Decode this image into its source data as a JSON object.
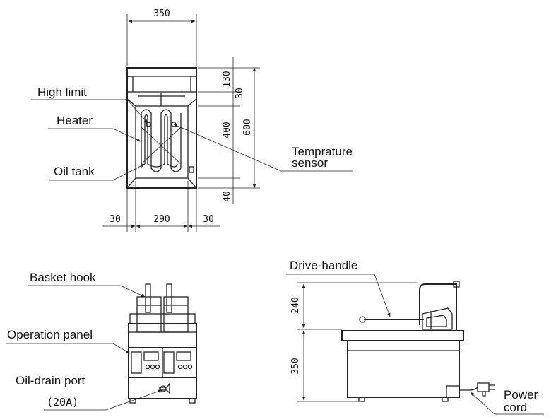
{
  "top_view": {
    "labels": {
      "high_limit": "High limit",
      "heater": "Heater",
      "oil_tank": "Oil tank",
      "temp_sensor_line1": "Temprature",
      "temp_sensor_line2": "sensor"
    },
    "dimensions": {
      "width_total": "350",
      "width_left": "30",
      "width_mid": "290",
      "width_right": "30",
      "height_total": "600",
      "height_top": "130",
      "height_upper_small": "30",
      "height_mid": "400",
      "height_bottom": "40"
    }
  },
  "front_view": {
    "labels": {
      "basket_hook": "Basket hook",
      "operation_panel": "Operation panel",
      "oil_drain_port": "Oil-drain port",
      "oil_drain_size": "(20A)"
    }
  },
  "side_view": {
    "labels": {
      "drive_handle": "Drive-handle",
      "power_cord_line1": "Power",
      "power_cord_line2": "cord"
    },
    "dimensions": {
      "height_upper": "240",
      "height_lower": "350"
    }
  }
}
